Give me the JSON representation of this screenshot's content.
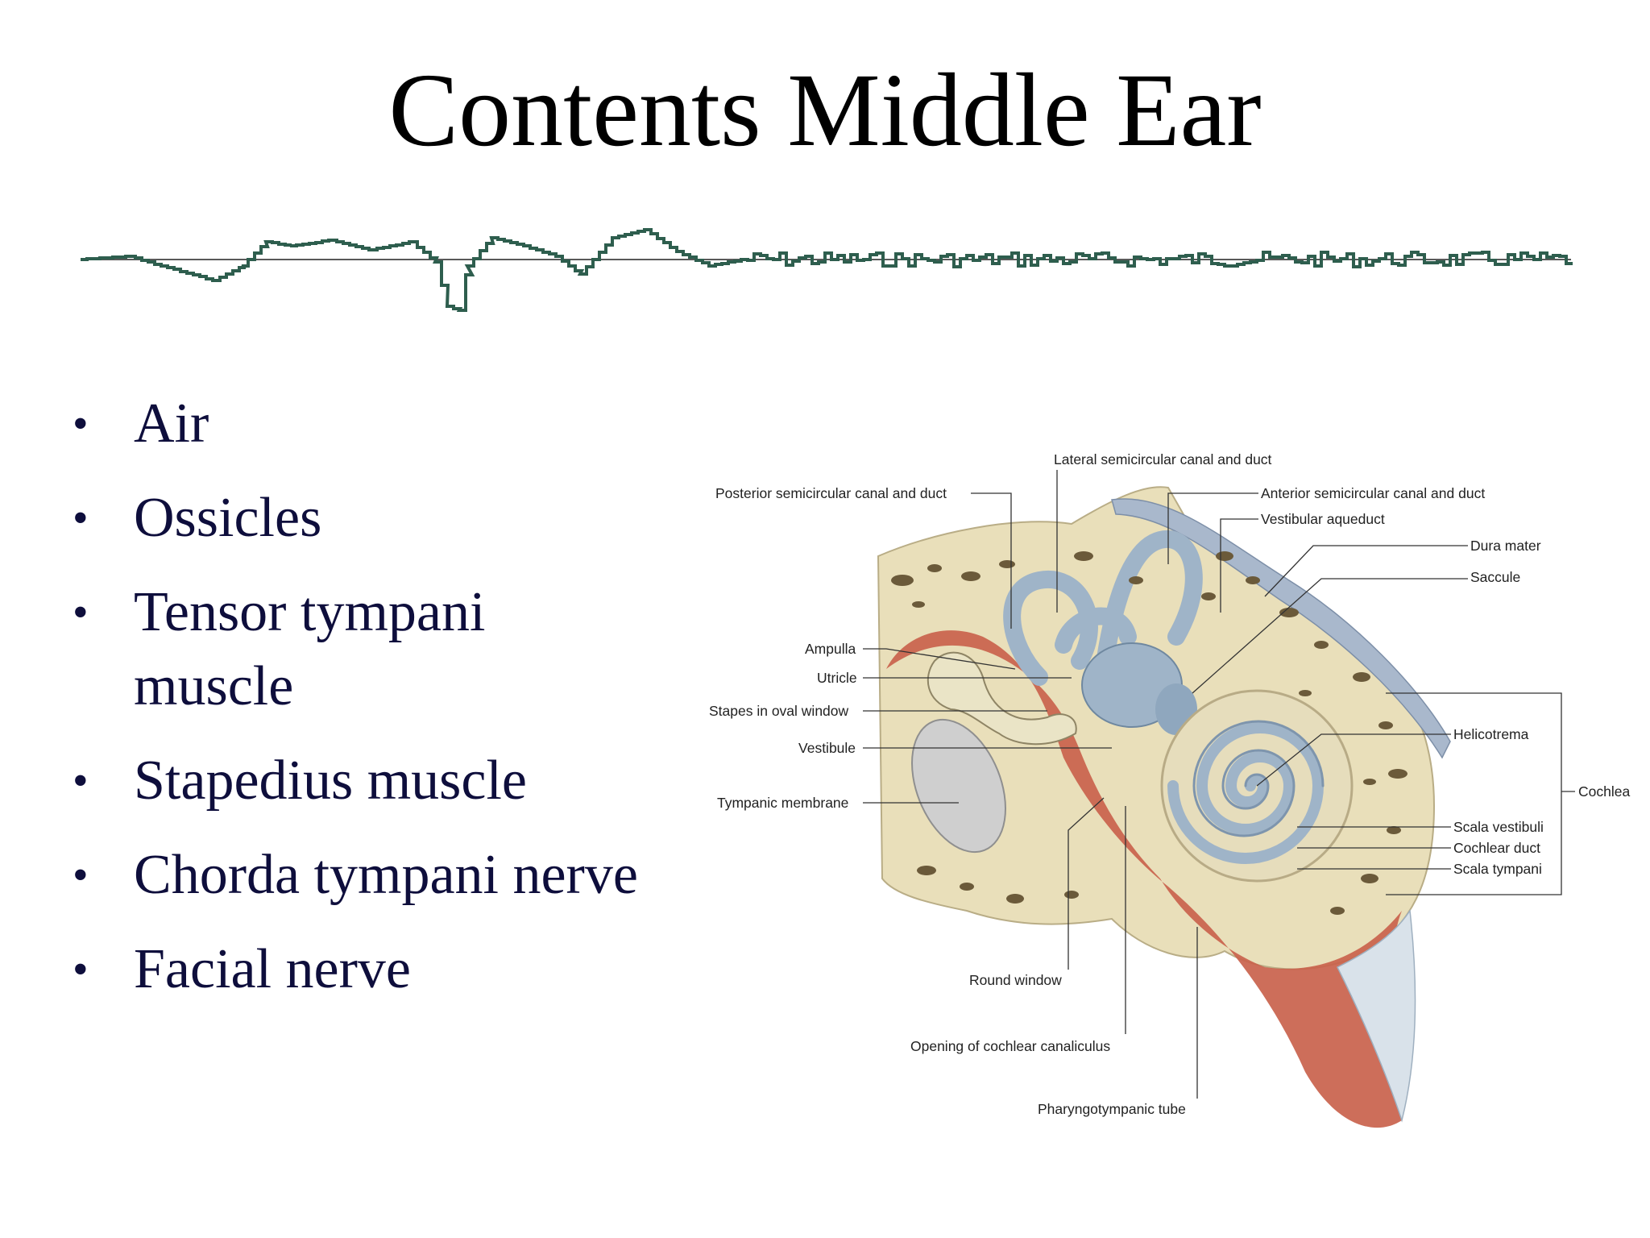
{
  "slide": {
    "title": "Contents Middle Ear",
    "bullet_symbol": "•",
    "bullets": [
      "Air",
      "Ossicles",
      "Tensor tympani muscle",
      "Stapedius muscle",
      "Chorda tympani nerve",
      "Facial nerve"
    ]
  },
  "figure": {
    "labels": {
      "lateral_canal": "Lateral semicircular canal and duct",
      "posterior_canal": "Posterior semicircular canal and duct",
      "anterior_canal": "Anterior semicircular canal and duct",
      "vestibular_aqueduct": "Vestibular aqueduct",
      "dura_mater": "Dura mater",
      "saccule": "Saccule",
      "ampulla": "Ampulla",
      "utricle": "Utricle",
      "stapes": "Stapes in oval window",
      "vestibule": "Vestibule",
      "helicotrema": "Helicotrema",
      "tympanic_membrane": "Tympanic membrane",
      "cochlea": "Cochlea",
      "scala_vestibuli": "Scala vestibuli",
      "cochlear_duct": "Cochlear duct",
      "scala_tympani": "Scala tympani",
      "round_window": "Round window",
      "cochlear_canaliculus": "Opening of cochlear canaliculus",
      "pharyngotympanic_tube": "Pharyngotympanic tube"
    },
    "colors": {
      "bone": "#e9dfba",
      "bone_pore": "#6b5a3a",
      "mucosa": "#c9624c",
      "membranous_labyrinth": "#9fb4c8",
      "tympanic_membrane": "#cfcfcf"
    }
  },
  "decor": {
    "waveform_color": "#2e5e4e"
  }
}
